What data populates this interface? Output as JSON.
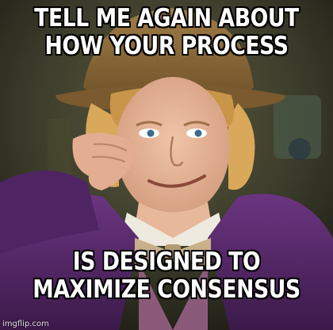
{
  "meme": {
    "top_text": [
      "TELL ME AGAIN ABOUT",
      "HOW YOUR PROCESS"
    ],
    "bottom_text": [
      "IS DESIGNED TO",
      "MAXIMIZE CONSENSUS"
    ],
    "watermark": "imgflip.com"
  },
  "colors": {
    "caption_fill": "#ffffff",
    "caption_outline": "#000000",
    "jacket": "#5a2a6e",
    "hat": "#8a6a3a",
    "hair": "#d9a85a",
    "skin": "#e8b89a",
    "background": "#3a3b2a"
  }
}
